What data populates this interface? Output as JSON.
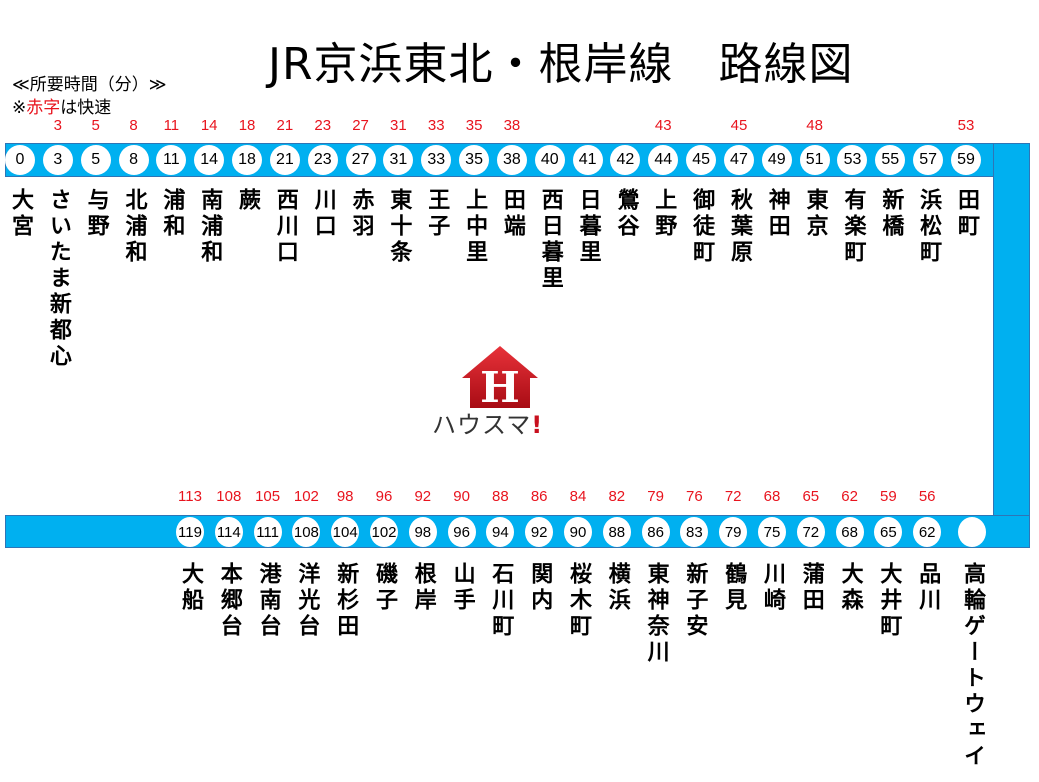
{
  "title": "JR京浜東北・根岸線　路線図",
  "legend": {
    "line1": "≪所要時間（分）≫",
    "mark": "※",
    "red_word": "赤字",
    "rest": "は快速"
  },
  "logo": {
    "text": "ハウスマ",
    "bang": "!",
    "letter": "H"
  },
  "colors": {
    "line": "#00b0f0",
    "rapid": "#e8141e"
  },
  "top_stations": [
    {
      "name": "大宮",
      "time": "0",
      "rapid": ""
    },
    {
      "name": "さいたま新都心",
      "time": "3",
      "rapid": "3"
    },
    {
      "name": "与野",
      "time": "5",
      "rapid": "5"
    },
    {
      "name": "北浦和",
      "time": "8",
      "rapid": "8"
    },
    {
      "name": "浦和",
      "time": "11",
      "rapid": "11"
    },
    {
      "name": "南浦和",
      "time": "14",
      "rapid": "14"
    },
    {
      "name": "蕨",
      "time": "18",
      "rapid": "18"
    },
    {
      "name": "西川口",
      "time": "21",
      "rapid": "21"
    },
    {
      "name": "川口",
      "time": "23",
      "rapid": "23"
    },
    {
      "name": "赤羽",
      "time": "27",
      "rapid": "27"
    },
    {
      "name": "東十条",
      "time": "31",
      "rapid": "31"
    },
    {
      "name": "王子",
      "time": "33",
      "rapid": "33"
    },
    {
      "name": "上中里",
      "time": "35",
      "rapid": "35"
    },
    {
      "name": "田端",
      "time": "38",
      "rapid": "38"
    },
    {
      "name": "西日暮里",
      "time": "40",
      "rapid": ""
    },
    {
      "name": "日暮里",
      "time": "41",
      "rapid": ""
    },
    {
      "name": "鶯谷",
      "time": "42",
      "rapid": ""
    },
    {
      "name": "上野",
      "time": "44",
      "rapid": "43"
    },
    {
      "name": "御徒町",
      "time": "45",
      "rapid": ""
    },
    {
      "name": "秋葉原",
      "time": "47",
      "rapid": "45"
    },
    {
      "name": "神田",
      "time": "49",
      "rapid": ""
    },
    {
      "name": "東京",
      "time": "51",
      "rapid": "48"
    },
    {
      "name": "有楽町",
      "time": "53",
      "rapid": ""
    },
    {
      "name": "新橋",
      "time": "55",
      "rapid": ""
    },
    {
      "name": "浜松町",
      "time": "57",
      "rapid": ""
    },
    {
      "name": "田町",
      "time": "59",
      "rapid": "53"
    }
  ],
  "bottom_stations": [
    {
      "name": "大船",
      "time": "119",
      "rapid": "113"
    },
    {
      "name": "本郷台",
      "time": "114",
      "rapid": "108"
    },
    {
      "name": "港南台",
      "time": "111",
      "rapid": "105"
    },
    {
      "name": "洋光台",
      "time": "108",
      "rapid": "102"
    },
    {
      "name": "新杉田",
      "time": "104",
      "rapid": "98"
    },
    {
      "name": "磯子",
      "time": "102",
      "rapid": "96"
    },
    {
      "name": "根岸",
      "time": "98",
      "rapid": "92"
    },
    {
      "name": "山手",
      "time": "96",
      "rapid": "90"
    },
    {
      "name": "石川町",
      "time": "94",
      "rapid": "88"
    },
    {
      "name": "関内",
      "time": "92",
      "rapid": "86"
    },
    {
      "name": "桜木町",
      "time": "90",
      "rapid": "84"
    },
    {
      "name": "横浜",
      "time": "88",
      "rapid": "82"
    },
    {
      "name": "東神奈川",
      "time": "86",
      "rapid": "79"
    },
    {
      "name": "新子安",
      "time": "83",
      "rapid": "76"
    },
    {
      "name": "鶴見",
      "time": "79",
      "rapid": "72"
    },
    {
      "name": "川崎",
      "time": "75",
      "rapid": "68"
    },
    {
      "name": "蒲田",
      "time": "72",
      "rapid": "65"
    },
    {
      "name": "大森",
      "time": "68",
      "rapid": "62"
    },
    {
      "name": "大井町",
      "time": "65",
      "rapid": "59"
    },
    {
      "name": "品川",
      "time": "62",
      "rapid": "56"
    },
    {
      "name": "高輪ゲートウェイ",
      "time": "",
      "rapid": ""
    }
  ]
}
